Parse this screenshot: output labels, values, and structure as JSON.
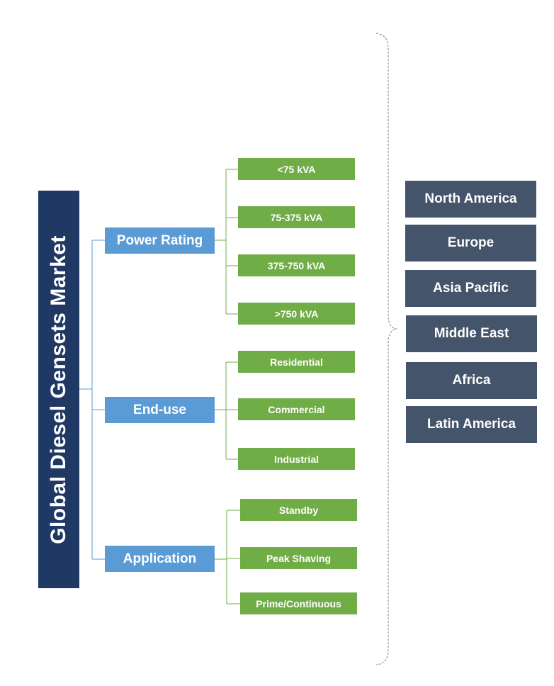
{
  "title": "Global Diesel Gensets Market",
  "segments": [
    {
      "label": "Power Rating",
      "items": [
        "<75 kVA",
        "75-375 kVA",
        "375-750 kVA",
        ">750 kVA"
      ]
    },
    {
      "label": "End-use",
      "items": [
        "Residential",
        "Commercial",
        "Industrial"
      ]
    },
    {
      "label": "Application",
      "items": [
        "Standby",
        "Peak Shaving",
        "Prime/Continuous"
      ]
    }
  ],
  "regions": [
    "North America",
    "Europe",
    "Asia Pacific",
    "Middle East",
    "Africa",
    "Latin America"
  ],
  "colors": {
    "root": "#203864",
    "category": "#5b9bd5",
    "leaf": "#70ad47",
    "region": "#44546a",
    "category_connector": "#5b9bd5",
    "leaf_connector": "#70ad47"
  }
}
